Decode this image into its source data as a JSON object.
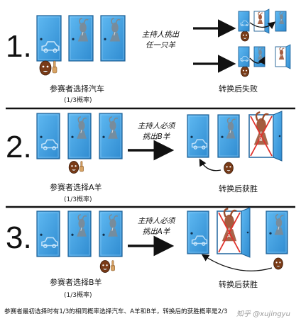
{
  "panel1": {
    "step": "1.",
    "choice": "参赛者选择汽车",
    "prob": "(1/3概率)",
    "host": [
      "主持人挑出",
      "任一只羊"
    ],
    "result": "转换后失败"
  },
  "panel2": {
    "step": "2.",
    "choice": "参赛者选择A羊",
    "prob": "(1/3概率)",
    "host": [
      "主持人必须",
      "挑出B羊"
    ],
    "result": "转换后获胜",
    "door_letter": "B"
  },
  "panel3": {
    "step": "3.",
    "choice": "参赛者选择B羊",
    "prob": "(1/3概率)",
    "host": [
      "主持人必须",
      "挑出A羊"
    ],
    "result": "转换后获胜",
    "door_letter": "A"
  },
  "caption": "参赛者最初选择时有1/3的相同概率选择汽车、A羊和B羊，转换后的获胜概率是2/3",
  "watermark": "知乎 @xujingyu",
  "colors": {
    "door_blue": "#3f9fe0",
    "door_edge": "#1d5e93",
    "divider": "#111111",
    "cross_red": "#e0322c",
    "goat_brown": "#9a4a2a",
    "face_brown": "#7a3b17",
    "hand_tan": "#d9a464"
  },
  "icons": [
    "door-icon",
    "car-icon",
    "goat-icon",
    "contestant-icon",
    "host-icon",
    "arrow-icon",
    "cross-icon"
  ]
}
